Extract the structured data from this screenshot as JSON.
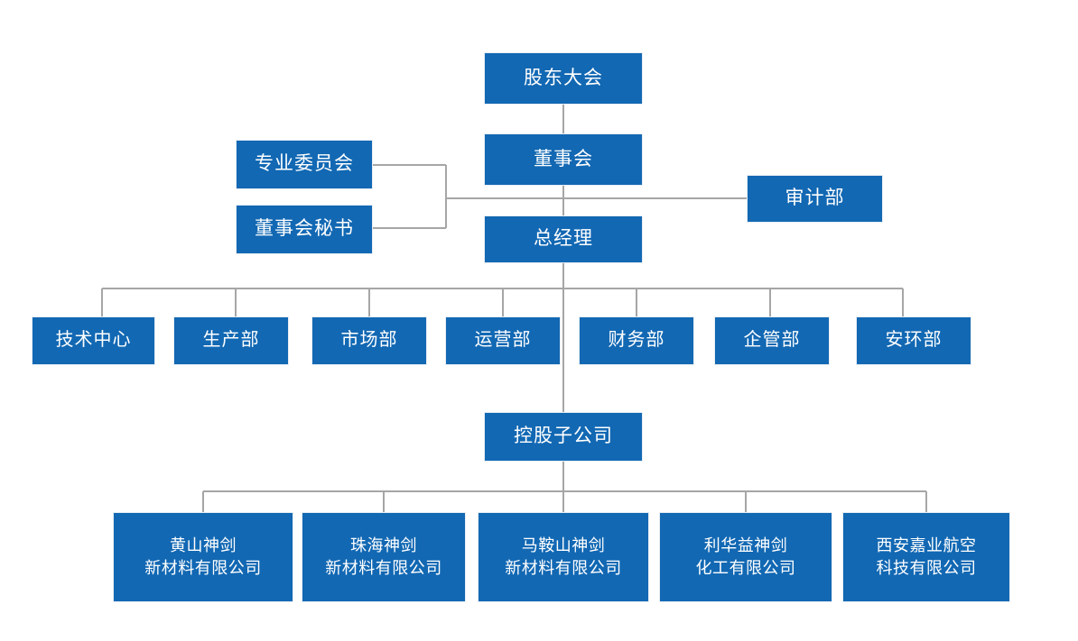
{
  "chart_data": {
    "type": "diagram",
    "subtype": "organization-chart",
    "title": "",
    "orientation": "top-down",
    "colors": {
      "node_fill": "#1268b3",
      "node_text": "#ffffff",
      "node_border": "#e8eef4",
      "connector": "#a6a6a6",
      "background": "#ffffff"
    },
    "nodes": [
      {
        "id": "shareholders",
        "label": "股东大会",
        "level": 0
      },
      {
        "id": "board",
        "label": "董事会",
        "level": 1
      },
      {
        "id": "committee",
        "label": "专业委员会",
        "level": 1
      },
      {
        "id": "secretary",
        "label": "董事会秘书",
        "level": 1
      },
      {
        "id": "audit",
        "label": "审计部",
        "level": 1
      },
      {
        "id": "gm",
        "label": "总经理",
        "level": 2
      },
      {
        "id": "tech",
        "label": "技术中心",
        "level": 3
      },
      {
        "id": "production",
        "label": "生产部",
        "level": 3
      },
      {
        "id": "market",
        "label": "市场部",
        "level": 3
      },
      {
        "id": "operations",
        "label": "运营部",
        "level": 3
      },
      {
        "id": "finance",
        "label": "财务部",
        "level": 3
      },
      {
        "id": "enterprise",
        "label": "企管部",
        "level": 3
      },
      {
        "id": "safety",
        "label": "安环部",
        "level": 3
      },
      {
        "id": "subsidiaries",
        "label": "控股子公司",
        "level": 4
      },
      {
        "id": "huangshan",
        "label": "黄山神剑\n新材料有限公司",
        "level": 5
      },
      {
        "id": "zhuhai",
        "label": "珠海神剑\n新材料有限公司",
        "level": 5
      },
      {
        "id": "maanshan",
        "label": "马鞍山神剑\n新材料有限公司",
        "level": 5
      },
      {
        "id": "lihuayi",
        "label": "利华益神剑\n化工有限公司",
        "level": 5
      },
      {
        "id": "xian",
        "label": "西安嘉业航空\n科技有限公司",
        "level": 5
      }
    ],
    "edges": [
      {
        "from": "shareholders",
        "to": "board"
      },
      {
        "from": "board",
        "to": "gm"
      },
      {
        "from": "committee",
        "to": "board"
      },
      {
        "from": "secretary",
        "to": "board"
      },
      {
        "from": "board",
        "to": "audit"
      },
      {
        "from": "gm",
        "to": "tech"
      },
      {
        "from": "gm",
        "to": "production"
      },
      {
        "from": "gm",
        "to": "market"
      },
      {
        "from": "gm",
        "to": "operations"
      },
      {
        "from": "gm",
        "to": "finance"
      },
      {
        "from": "gm",
        "to": "enterprise"
      },
      {
        "from": "gm",
        "to": "safety"
      },
      {
        "from": "gm",
        "to": "subsidiaries"
      },
      {
        "from": "subsidiaries",
        "to": "huangshan"
      },
      {
        "from": "subsidiaries",
        "to": "zhuhai"
      },
      {
        "from": "subsidiaries",
        "to": "maanshan"
      },
      {
        "from": "subsidiaries",
        "to": "lihuayi"
      },
      {
        "from": "subsidiaries",
        "to": "xian"
      }
    ]
  },
  "org": {
    "shareholders": "股东大会",
    "board": "董事会",
    "committee": "专业委员会",
    "secretary": "董事会秘书",
    "audit": "审计部",
    "gm": "总经理",
    "departments": [
      "技术中心",
      "生产部",
      "市场部",
      "运营部",
      "财务部",
      "企管部",
      "安环部"
    ],
    "subsidiaries_header": "控股子公司",
    "subsidiaries": [
      "黄山神剑\n新材料有限公司",
      "珠海神剑\n新材料有限公司",
      "马鞍山神剑\n新材料有限公司",
      "利华益神剑\n化工有限公司",
      "西安嘉业航空\n科技有限公司"
    ]
  }
}
